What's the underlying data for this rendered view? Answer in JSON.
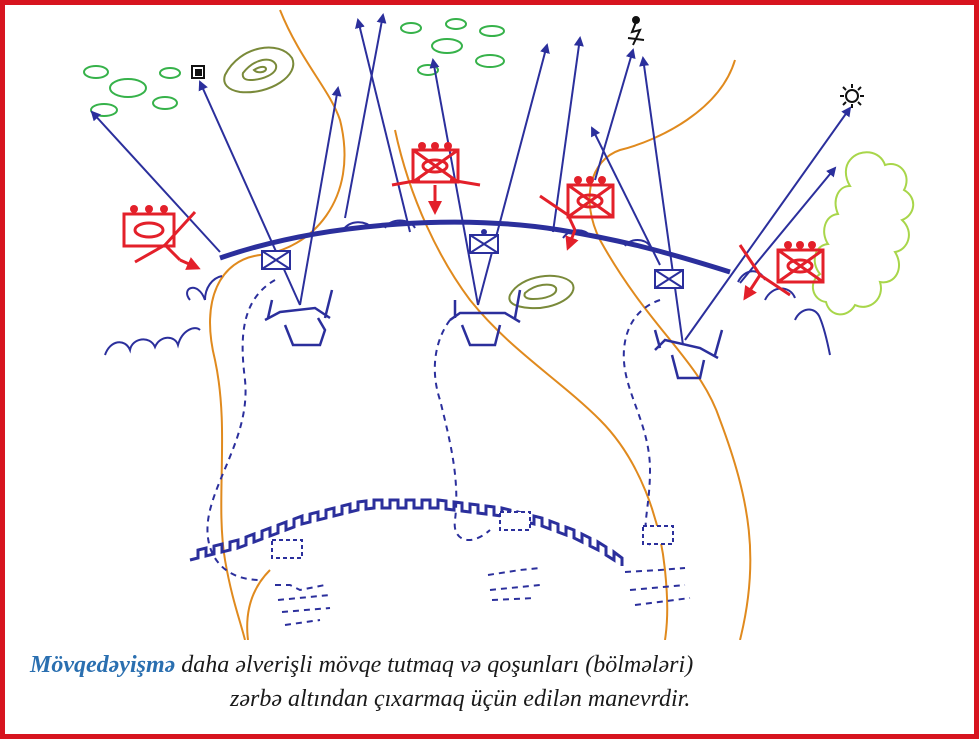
{
  "caption": {
    "term": "Mövqedəyişmə",
    "line1": "daha əlverişli mövqe tutmaq və qoşunları (bölmələri)",
    "line2": "zərbə altından çıxarmaq üçün edilən manevrdir."
  },
  "colors": {
    "frame": "#d7141f",
    "friendly": "#2b2f9c",
    "enemy": "#e3202a",
    "terrain_line": "#e08a1e",
    "forest": "#36b24a",
    "hill": "#7a8a3a",
    "cloud": "#a8d64a",
    "term": "#2a6fb0"
  },
  "icons": [
    "bunker-icon",
    "explosion-icon",
    "sun-icon",
    "enemy-unit-icon",
    "friendly-unit-icon"
  ]
}
